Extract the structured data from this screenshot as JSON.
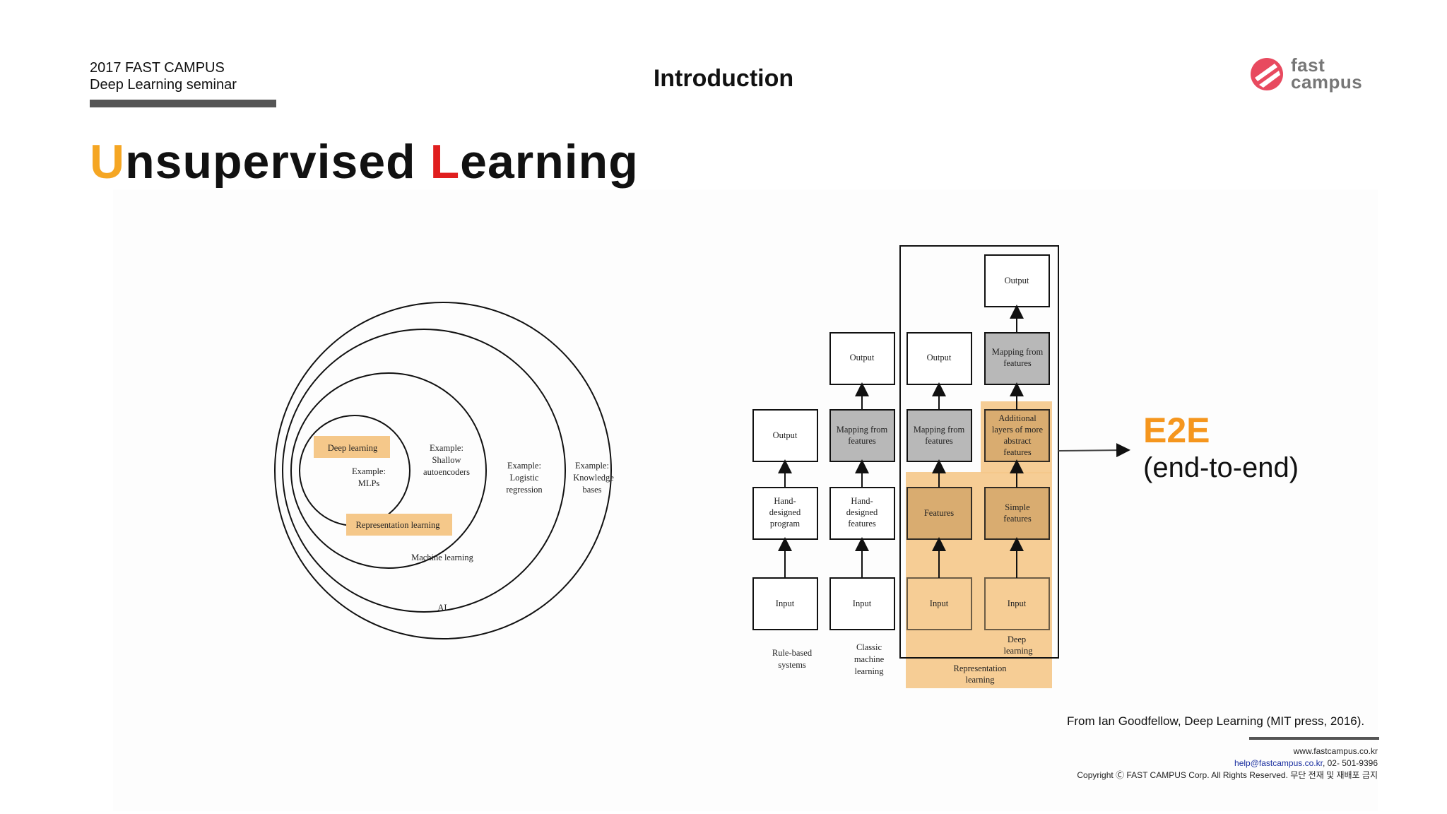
{
  "header": {
    "seminar_line1": "2017 FAST CAMPUS",
    "seminar_line2": "Deep Learning seminar",
    "section": "Introduction",
    "logo_line1": "fast",
    "logo_line2": "campus"
  },
  "title": {
    "first_letter": "U",
    "rest1": "nsupervised ",
    "second_letter": "L",
    "rest2": "earning"
  },
  "venn": {
    "deep_learning": "Deep learning",
    "ex_mlps_1": "Example:",
    "ex_mlps_2": "MLPs",
    "ex_shallow_1": "Example:",
    "ex_shallow_2": "Shallow",
    "ex_shallow_3": "autoencoders",
    "representation_learning": "Representation learning",
    "ex_logistic_1": "Example:",
    "ex_logistic_2": "Logistic",
    "ex_logistic_3": "regression",
    "machine_learning": "Machine learning",
    "ex_kb_1": "Example:",
    "ex_kb_2": "Knowledge",
    "ex_kb_3": "bases",
    "ai": "AI"
  },
  "flow": {
    "output": "Output",
    "input": "Input",
    "mapping_1": "Mapping from",
    "mapping_2": "features",
    "hand_program_1": "Hand-",
    "hand_program_2": "designed",
    "hand_program_3": "program",
    "hand_features_1": "Hand-",
    "hand_features_2": "designed",
    "hand_features_3": "features",
    "features": "Features",
    "simple_1": "Simple",
    "simple_2": "features",
    "additional_1": "Additional",
    "additional_2": "layers of more",
    "additional_3": "abstract",
    "additional_4": "features",
    "col1_label_1": "Rule-based",
    "col1_label_2": "systems",
    "col2_label_1": "Classic",
    "col2_label_2": "machine",
    "col2_label_3": "learning",
    "rep_label_1": "Representation",
    "rep_label_2": "learning",
    "deep_label_1": "Deep",
    "deep_label_2": "learning"
  },
  "e2e": {
    "title": "E2E",
    "subtitle": "(end-to-end)"
  },
  "credit": "From Ian Goodfellow, Deep Learning (MIT press, 2016).",
  "footer": {
    "website": "www.fastcampus.co.kr",
    "email": "help@fastcampus.co.kr",
    "phone": ", 02- 501-9396",
    "copyright": "Copyright Ⓒ FAST CAMPUS Corp.  All Rights Reserved. 무단 전재 및 재배포 금지"
  },
  "colors": {
    "accent_orange": "#f5a623",
    "accent_red": "#e01e1e",
    "e2e_orange": "#f5961e",
    "highlight": "#f5c88a",
    "box_gray": "#b8b8b8"
  }
}
